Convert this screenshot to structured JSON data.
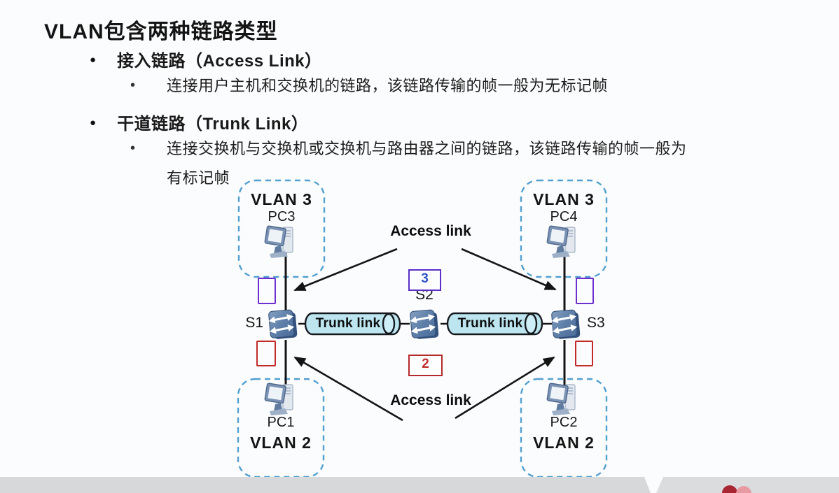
{
  "title": "VLAN包含两种链路类型",
  "bullet_marker_l1": "●",
  "bullet_marker_l2": "•",
  "bullets": [
    {
      "label": "接入链路（Access Link）",
      "desc": "连接用户主机和交换机的链路，该链路传输的帧一般为无标记帧"
    },
    {
      "label": "干道链路（Trunk Link）",
      "desc": "连接交换机与交换机或交换机与路由器之间的链路，该链路传输的帧一般为有标记帧"
    }
  ],
  "diagram": {
    "groups": [
      {
        "vlan": "VLAN 3",
        "pc": "PC3"
      },
      {
        "vlan": "VLAN 3",
        "pc": "PC4"
      },
      {
        "vlan": "VLAN 2",
        "pc": "PC1"
      },
      {
        "vlan": "VLAN 2",
        "pc": "PC2"
      }
    ],
    "switches": [
      "S1",
      "S2",
      "S3"
    ],
    "trunk_label": "Trunk link",
    "access_label_top": "Access link",
    "access_label_bottom": "Access link",
    "tag_vlan3": "3",
    "tag_vlan2": "2"
  },
  "colors": {
    "dashed_box_border": "#52a0d0",
    "tagged_frame_vlan3_border": "#5a2fc8",
    "tagged_frame_vlan3_text": "#2f55c8",
    "tagged_frame_vlan2_border": "#b52a2a",
    "tagged_frame_vlan2_text": "#c03030",
    "untagged_frame_vlan3": "#6c2fd0",
    "untagged_frame_vlan2": "#c32b2b",
    "trunk_fill": "#bce5f0",
    "switch_body": "#5e7fa8",
    "line_color": "#141414",
    "footer_bar": "#d7d8da",
    "logo_red": "#aa2633"
  }
}
